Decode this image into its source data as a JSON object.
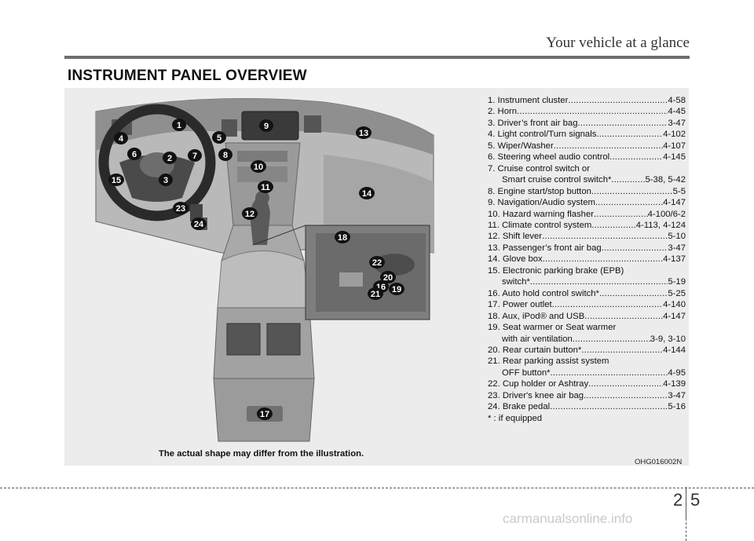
{
  "header": {
    "title": "Your vehicle at a glance"
  },
  "section_title": "INSTRUMENT PANEL OVERVIEW",
  "items": [
    {
      "label": "1. Instrument cluster",
      "page": "4-58"
    },
    {
      "label": "2. Horn",
      "page": "4-45"
    },
    {
      "label": "3. Driver’s front air bag",
      "page": "3-47"
    },
    {
      "label": "4. Light control/Turn signals",
      "page": "4-102"
    },
    {
      "label": "5. Wiper/Washer",
      "page": "4-107"
    },
    {
      "label": "6. Steering wheel audio control",
      "page": "4-145"
    },
    {
      "label": "7. Cruise control switch or",
      "cont": "Smart cruise control switch*",
      "page": "5-38, 5-42"
    },
    {
      "label": "8. Engine start/stop button",
      "page": "5-5"
    },
    {
      "label": "9. Navigation/Audio system",
      "page": "4-147"
    },
    {
      "label": "10. Hazard warning flasher",
      "page": "4-100/6-2"
    },
    {
      "label": "11. Climate control system",
      "page": "4-113, 4-124"
    },
    {
      "label": "12. Shift lever",
      "page": "5-10"
    },
    {
      "label": "13. Passenger’s front air bag",
      "page": "3-47"
    },
    {
      "label": "14. Glove box",
      "page": "4-137"
    },
    {
      "label": "15. Electronic parking brake (EPB)",
      "cont": "switch*",
      "page": "5-19"
    },
    {
      "label": "16. Auto hold control switch*",
      "page": "5-25"
    },
    {
      "label": "17. Power outlet",
      "page": "4-140"
    },
    {
      "label": "18. Aux, iPod® and USB",
      "page": "4-147"
    },
    {
      "label": "19. Seat warmer or Seat warmer",
      "cont": "with air ventilation",
      "page": "3-9, 3-10"
    },
    {
      "label": "20. Rear curtain button*",
      "page": "4-144"
    },
    {
      "label": "21. Rear parking assist system",
      "cont": "OFF button*",
      "page": "4-95"
    },
    {
      "label": "22. Cup holder or Ashtray",
      "page": "4-139"
    },
    {
      "label": "23. Driver's knee air bag",
      "page": "3-47"
    },
    {
      "label": "24. Brake pedal",
      "page": "5-16"
    }
  ],
  "footnote": "* : if equipped",
  "caption": "The actual shape may differ from the illustration.",
  "image_code": "OHG016002N",
  "page_number": {
    "chapter": "2",
    "page": "5"
  },
  "watermark": "carmanualsonline.info",
  "badges": [
    "1",
    "2",
    "3",
    "4",
    "5",
    "6",
    "7",
    "8",
    "9",
    "10",
    "11",
    "12",
    "13",
    "14",
    "15",
    "16",
    "17",
    "18",
    "19",
    "20",
    "21",
    "22",
    "23",
    "24"
  ]
}
